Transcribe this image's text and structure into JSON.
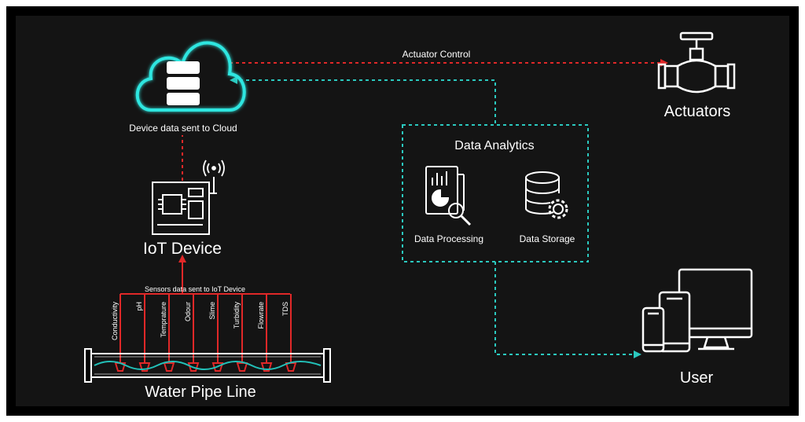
{
  "labels": {
    "cloud": "Device data sent to Cloud",
    "actuator_control": "Actuator Control",
    "actuators": "Actuators",
    "iot_device": "IoT Device",
    "sensors_sent": "Sensors data sent to IoT Device",
    "pipe": "Water Pipe Line",
    "analytics": "Data Analytics",
    "processing": "Data Processing",
    "storage": "Data Storage",
    "user": "User"
  },
  "sensors": [
    "Conductivity",
    "pH",
    "Temprature",
    "Odour",
    "Slime",
    "Turbidity",
    "Flowrate",
    "TDS"
  ],
  "colors": {
    "cloud_glow": "#2ee6e0",
    "red_link": "#e02828",
    "teal_link": "#2bc9bf",
    "background": "#141414"
  }
}
